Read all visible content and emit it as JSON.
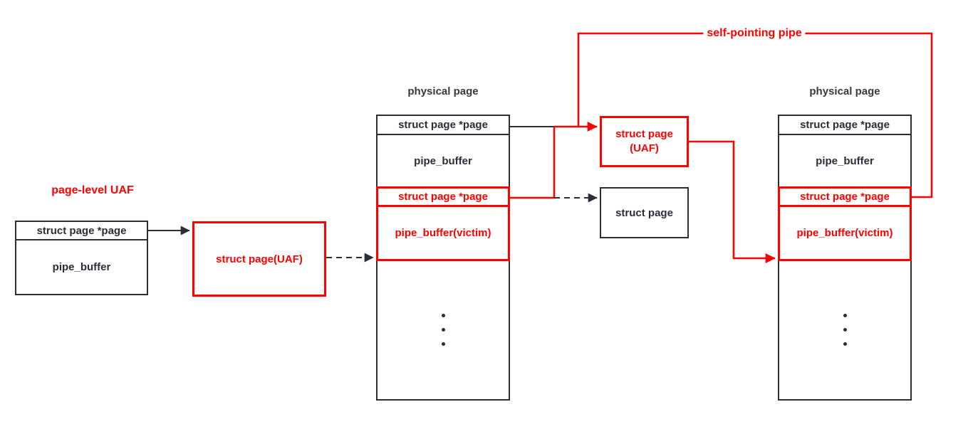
{
  "colors": {
    "accent_red": "#ff0000",
    "ink_dark": "#2b2e38"
  },
  "labels": {
    "page_level_uaf": "page-level UAF",
    "self_pointing_pipe": "self-pointing pipe"
  },
  "left_box": {
    "rows": {
      "pointer": "struct page *page",
      "buffer": "pipe_buffer"
    }
  },
  "left_uaf_box": {
    "label": "struct page(UAF)"
  },
  "middle_column": {
    "title": "physical page",
    "rows": {
      "pointer1": "struct page *page",
      "buffer1": "pipe_buffer",
      "pointer2": "struct page *page",
      "victim": "pipe_buffer(victim)"
    }
  },
  "uaf_box": {
    "line1": "struct page",
    "line2": "(UAF)"
  },
  "struct_page_box": {
    "label": "struct page"
  },
  "right_column": {
    "title": "physical page",
    "rows": {
      "pointer1": "struct page *page",
      "buffer1": "pipe_buffer",
      "pointer2": "struct page *page",
      "victim": "pipe_buffer(victim)"
    }
  }
}
